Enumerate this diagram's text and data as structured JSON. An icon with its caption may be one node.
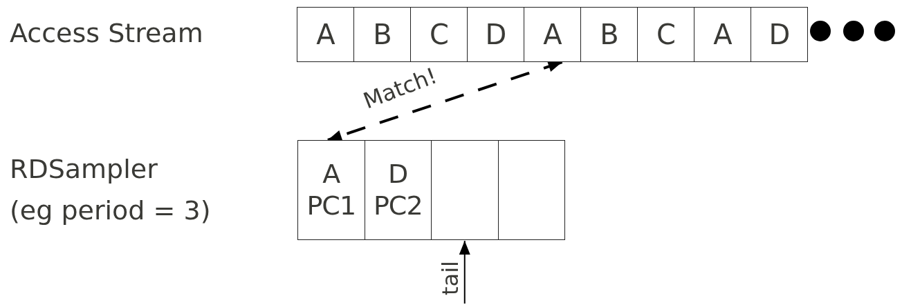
{
  "diagram": {
    "nodes": [
      {
        "text": [
          "A"
        ]
      },
      {
        "text": [
          "B"
        ]
      },
      {
        "text": [
          "C"
        ]
      },
      {
        "text": [
          "D"
        ]
      },
      {
        "text": [
          "A"
        ]
      },
      {
        "text": [
          "B"
        ]
      },
      {
        "text": [
          "C"
        ]
      },
      {
        "text": [
          "A"
        ]
      },
      {
        "text": [
          "D"
        ]
      },
      {
        "text": [
          "A",
          "PC1"
        ]
      },
      {
        "text": [
          "D",
          "PC2"
        ]
      },
      {
        "text": [],
        "shape": "box"
      },
      {
        "text": [],
        "shape": "box"
      }
    ],
    "edges": [
      {
        "from": 4,
        "to": 9,
        "arrow": "both",
        "style": "dashed",
        "label": "Match!"
      },
      {
        "from": null,
        "to": 11,
        "arrow": "to",
        "label": "tail"
      }
    ],
    "labels": [
      "Access Stream",
      "RDSampler",
      "(eg period = 3)"
    ]
  }
}
